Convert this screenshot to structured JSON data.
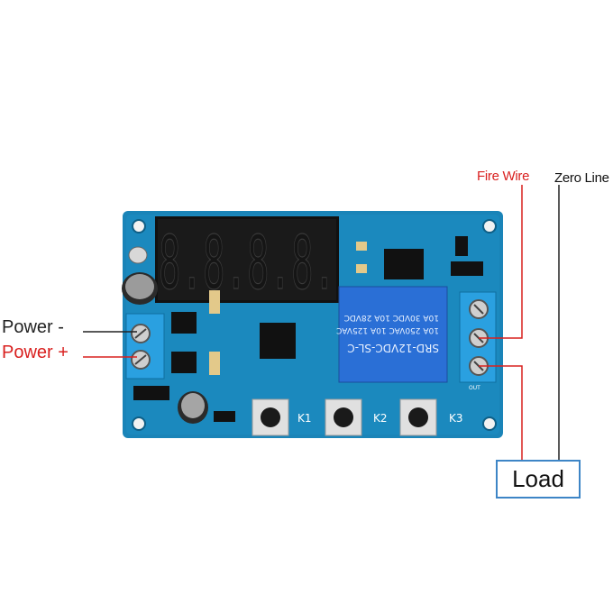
{
  "labels": {
    "power_minus": "Power -",
    "power_plus": "Power +",
    "fire_wire": "Fire Wire",
    "zero_line": "Zero Line",
    "load": "Load"
  },
  "board": {
    "display_digits": "8.8.8.8.",
    "relay_text": [
      "SRD-12VDC-SL-C",
      "10A 250VAC 10A 125VAC",
      "10A 30VDC 10A 28VDC"
    ],
    "buttons": [
      "K1",
      "K2",
      "K3"
    ],
    "out_label": "OUT"
  },
  "colors": {
    "pcb": "#1a84b8",
    "relay": "#2a6fd6",
    "terminal": "#2aa0e0",
    "red_wire": "#d9201f",
    "black_wire": "#222222",
    "load_border": "#3d85c6"
  }
}
